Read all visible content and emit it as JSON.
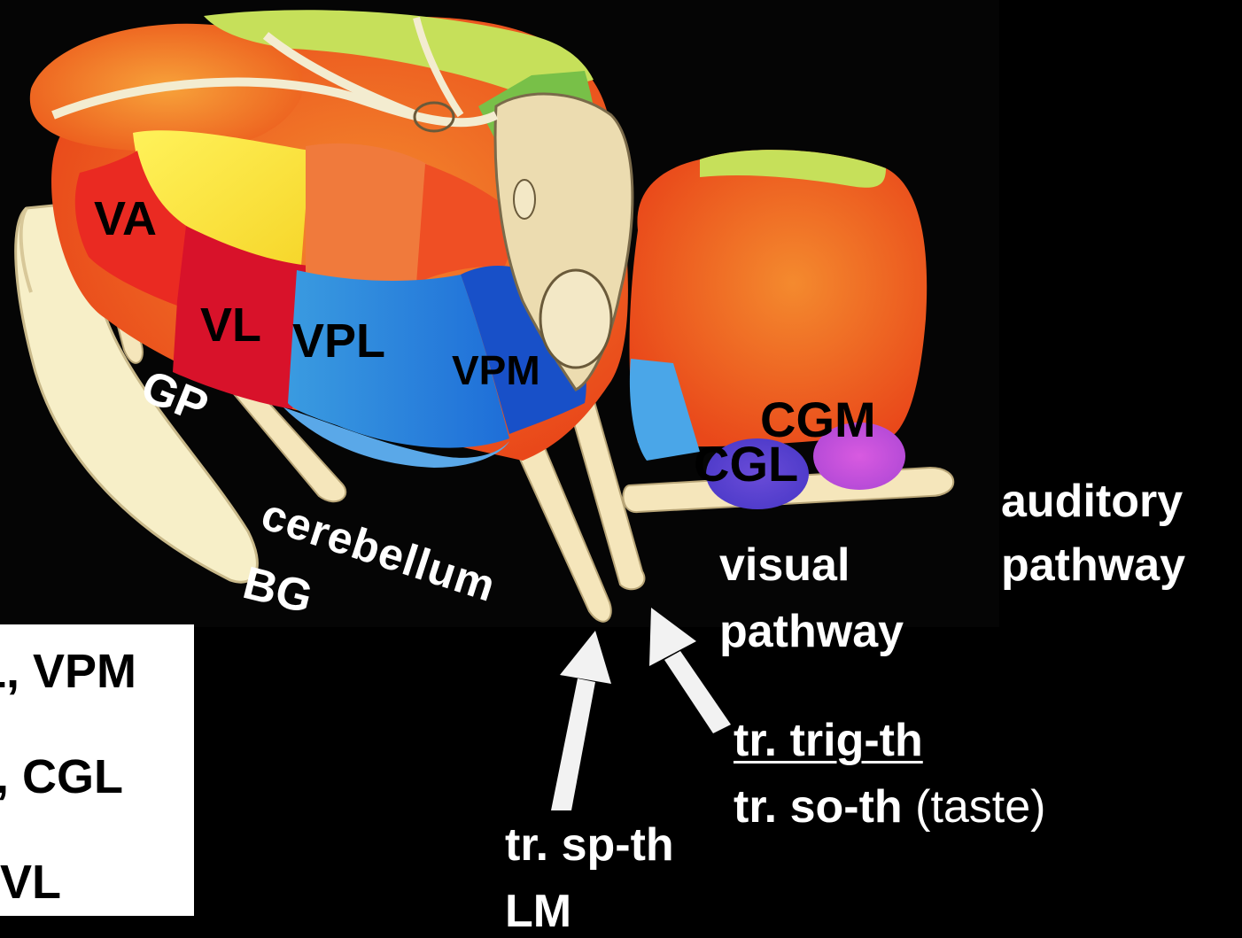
{
  "nuclei": {
    "va": "VA",
    "vl": "VL",
    "vpl": "VPL",
    "vpm": "VPM",
    "cgm": "CGM",
    "cgl": "CGL"
  },
  "inputs": {
    "gp": "GP",
    "bg": "BG",
    "cerebellum": "cerebellum"
  },
  "pathways": {
    "visual_line1": "visual",
    "visual_line2": "pathway",
    "auditory_line1": "auditory",
    "auditory_line2": "pathway"
  },
  "tracts": {
    "trig_th": "tr. trig-th",
    "so_th": "tr. so-th",
    "so_th_note": "(taste)",
    "sp_th": "tr. sp-th",
    "lm": "LM"
  },
  "legend": {
    "row1": "L, VPM",
    "row2": ", CGL",
    "row3": "VL"
  }
}
